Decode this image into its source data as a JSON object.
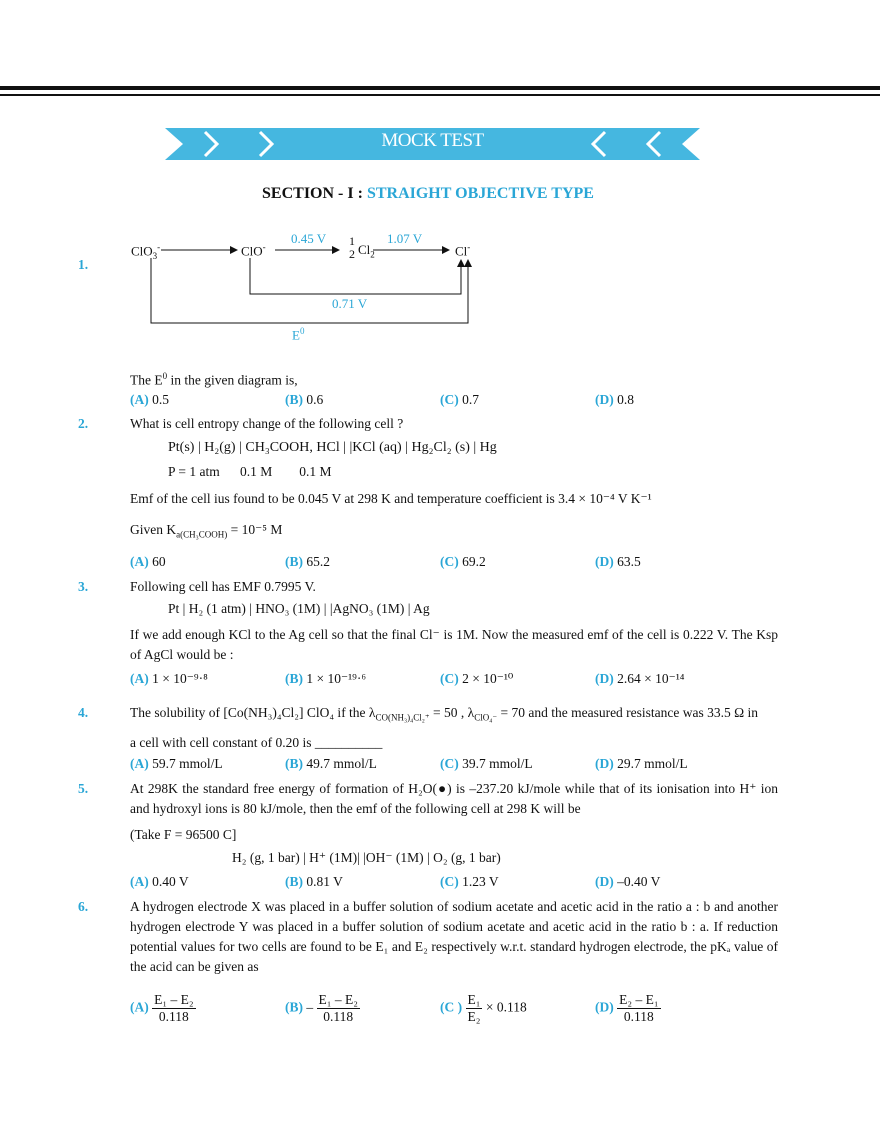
{
  "header": {
    "banner": "MOCK TEST"
  },
  "section": {
    "prefix": "SECTION - I : ",
    "title": "STRAIGHT OBJECTIVE TYPE"
  },
  "q1": {
    "num": "1.",
    "diagram": {
      "species1": "ClO",
      "s1sub": "3",
      "s1sup": "-",
      "species2": "ClO",
      "s2sup": "-",
      "half_num": "1",
      "half_den": "2",
      "cl2": "Cl",
      "cl2sub": "2",
      "species4": "Cl",
      "s4sup": "-",
      "v1": "0.45 V",
      "v2": "1.07 V",
      "v3": "0.71 V",
      "e": "E",
      "esup": "0"
    },
    "text_a": "The E",
    "text_sup": "0",
    "text_b": " in the given diagram is,",
    "opts": [
      {
        "label": "(A)",
        "value": "0.5"
      },
      {
        "label": "(B)",
        "value": "0.6"
      },
      {
        "label": "(C)",
        "value": "0.7"
      },
      {
        "label": "(D)",
        "value": "0.8"
      }
    ]
  },
  "q2": {
    "num": "2.",
    "text": "What is cell entropy change of the following cell ?",
    "cell": "Pt(s) | H₂(g) | CH₃COOH, HCl | |KCl (aq) | Hg₂Cl₂ (s) | Hg",
    "cond": "P = 1 atm      0.1 M        0.1 M",
    "emf": "Emf of the cell ius found to be 0.045 V at 298 K and temperature coefficient is 3.4 × 10⁻⁴ V K⁻¹",
    "given_a": "Given  K",
    "given_sub": "a(CH₃COOH)",
    "given_b": " = 10⁻⁵ M",
    "opts": [
      {
        "label": "(A)",
        "value": "60"
      },
      {
        "label": "(B)",
        "value": "65.2"
      },
      {
        "label": "(C)",
        "value": "69.2"
      },
      {
        "label": "(D)",
        "value": "63.5"
      }
    ]
  },
  "q3": {
    "num": "3.",
    "text": "Following cell has EMF 0.7995 V.",
    "cell": "Pt | H₂ (1 atm) | HNO₃ (1M) | |AgNO₃ (1M) | Ag",
    "para": "If we add enough KCl to the Ag cell so that the final Cl⁻ is 1M. Now the measured emf of the cell is 0.222 V. The Ksp of AgCl would be :",
    "opts": [
      {
        "label": "(A)",
        "value": "1 × 10⁻⁹·⁸"
      },
      {
        "label": "(B)",
        "value": "1 × 10⁻¹⁹·⁶"
      },
      {
        "label": "(C)",
        "value": "2 × 10⁻¹⁰"
      },
      {
        "label": "(D)",
        "value": "2.64 × 10⁻¹⁴"
      }
    ]
  },
  "q4": {
    "num": "4.",
    "text_a": "The solubility of [Co(NH₃)₄Cl₂] ClO₄ if the  λ",
    "lam1_sub": "CO(NH₃)₄Cl₂⁺",
    "text_b": " = 50 ,  λ",
    "lam2_sub": "ClO₄⁻",
    "text_c": " = 70 and the measured resistance was 33.5 Ω in",
    "line2": "a cell with cell constant of 0.20 is __________",
    "opts": [
      {
        "label": "(A)",
        "value": "59.7 mmol/L"
      },
      {
        "label": "(B)",
        "value": "49.7 mmol/L"
      },
      {
        "label": "(C)",
        "value": "39.7 mmol/L"
      },
      {
        "label": "(D)",
        "value": "29.7 mmol/L"
      }
    ]
  },
  "q5": {
    "num": "5.",
    "para": "At 298K the standard free energy of formation of H₂O(●) is –237.20 kJ/mole while that of its ionisation into H⁺ ion and hydroxyl ions is 80 kJ/mole, then the emf of the following cell at 298 K will be",
    "take": "(Take F = 96500 C]",
    "cell": "H₂ (g, 1 bar) | H⁺ (1M)| |OH⁻ (1M) | O₂ (g, 1 bar)",
    "opts": [
      {
        "label": "(A)",
        "value": "0.40 V"
      },
      {
        "label": "(B)",
        "value": "0.81 V"
      },
      {
        "label": "(C)",
        "value": "1.23 V"
      },
      {
        "label": "(D)",
        "value": "–0.40 V"
      }
    ]
  },
  "q6": {
    "num": "6.",
    "para": "A hydrogen electrode X was placed  in a buffer solution of sodium acetate and acetic acid in the ratio a : b and another hydrogen electrode Y was placed in a buffer solution of sodium acetate and acetic acid in the ratio b : a. If reduction potential values for two cells are found to be E₁ and E₂ respectively w.r.t. standard hydrogen electrode, the pKₐ value of the acid can be given as",
    "opts": [
      {
        "label": "(A)",
        "num": "E₁ – E₂",
        "den": "0.118",
        "pre": "",
        "post": ""
      },
      {
        "label": "(B)",
        "num": "E₁ – E₂",
        "den": "0.118",
        "pre": "–",
        "post": ""
      },
      {
        "label": "(C )",
        "num": "E₁",
        "den": "E₂",
        "pre": "",
        "post": "× 0.118"
      },
      {
        "label": "(D)",
        "num": "E₂ – E₁",
        "den": "0.118",
        "pre": "",
        "post": ""
      }
    ]
  }
}
